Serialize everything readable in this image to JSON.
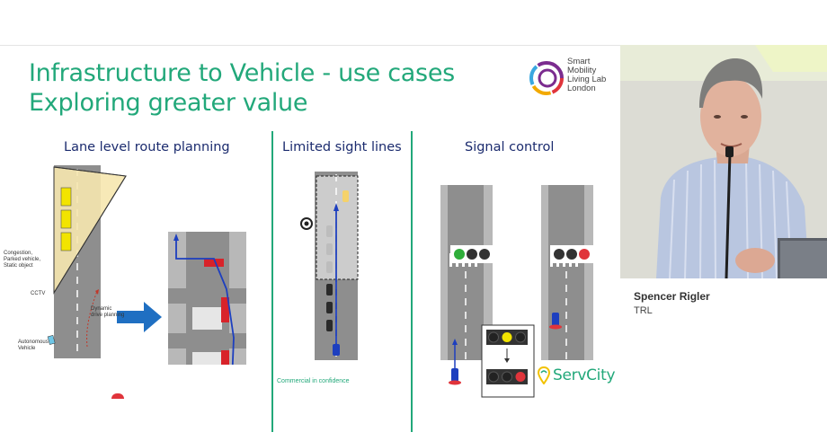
{
  "slide": {
    "title_line1": "Infrastructure to Vehicle - use cases",
    "title_line2": "Exploring greater value",
    "logo": {
      "line1": "Smart",
      "line2": "Mobility",
      "line3": "Living Lab",
      "line4": "London"
    },
    "columns": [
      {
        "heading": "Lane level route planning"
      },
      {
        "heading": "Limited sight lines"
      },
      {
        "heading": "Signal control"
      }
    ],
    "annotations": {
      "congestion_1": "Congestion,",
      "congestion_2": "Parked vehicle,",
      "congestion_3": "Static object",
      "cctv": "CCTV",
      "dynamic_1": "Dynamic",
      "dynamic_2": "drive planning",
      "autonomous_1": "Autonomous",
      "autonomous_2": "Vehicle"
    },
    "footer": "Commercial in confidence",
    "brand": "ServCity",
    "colors": {
      "accent": "#22a87a",
      "heading": "#1b2b6e",
      "vehicle_blue": "#1d3fbf",
      "vehicle_red": "#d8232a",
      "vehicle_yellow": "#f2e400"
    }
  },
  "speaker": {
    "name": "Spencer Rigler",
    "organization": "TRL"
  }
}
